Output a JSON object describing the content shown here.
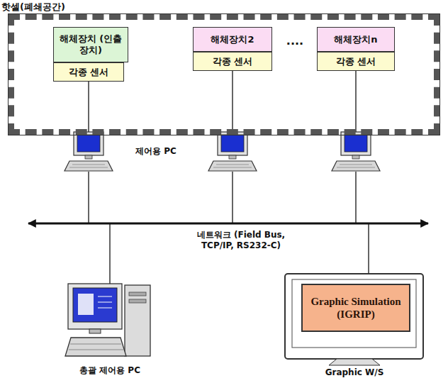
{
  "diagram": {
    "nodes": [
      {
        "text": [
          "핫셀(폐쇄공간)"
        ]
      },
      {
        "text": [
          "해체장치 (인출장치)"
        ],
        "in": 0
      },
      {
        "text": [
          "각종 센서"
        ],
        "in": 0
      },
      {
        "text": [
          "해체장치2"
        ],
        "in": 0
      },
      {
        "text": [
          "각종 센서"
        ],
        "in": 0
      },
      {
        "text": [
          "해체장치n"
        ],
        "in": 0
      },
      {
        "text": [
          "각종 센서"
        ],
        "in": 0
      },
      {
        "text": [
          "Graphic Simulation (IGRIP)"
        ]
      }
    ],
    "labels": [
      "....",
      "제어용 PC",
      "네트워크 (Field Bus, TCP/IP, RS232-C)",
      "총괄 제어용 PC",
      "Graphic W/S"
    ]
  }
}
